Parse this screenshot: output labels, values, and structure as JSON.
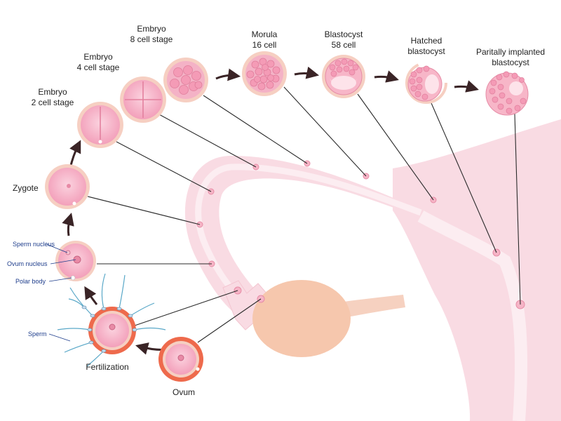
{
  "stages": {
    "ovum": "Ovum",
    "fertilization": "Fertilization",
    "zygote": "Zygote",
    "embryo2": [
      "Embryo",
      "2 cell stage"
    ],
    "embryo4": [
      "Embryo",
      "4 cell stage"
    ],
    "embryo8": [
      "Embryo",
      "8 cell stage"
    ],
    "morula": [
      "Morula",
      "16 cell"
    ],
    "blastocyst": [
      "Blastocyst",
      "58 cell"
    ],
    "hatched": [
      "Hatched",
      "blastocyst"
    ],
    "implanted": [
      "Paritally implanted",
      "blastocyst"
    ]
  },
  "annotations": {
    "sperm_nucleus": "Sperm nucleus",
    "ovum_nucleus": "Ovum nucleus",
    "polar_body": "Polar body",
    "sperm": "Sperm"
  },
  "colors": {
    "uterus": "#f9dbe3",
    "tube_lumen": "#fcedf1",
    "ovary": "#f6c7ad",
    "cell": "#f4a3bd",
    "cell_ring": "#f6cfc2",
    "zona_ovum": "#ee6a4c",
    "arrow": "#3a2426",
    "label_blue": "#1f3e8c"
  }
}
